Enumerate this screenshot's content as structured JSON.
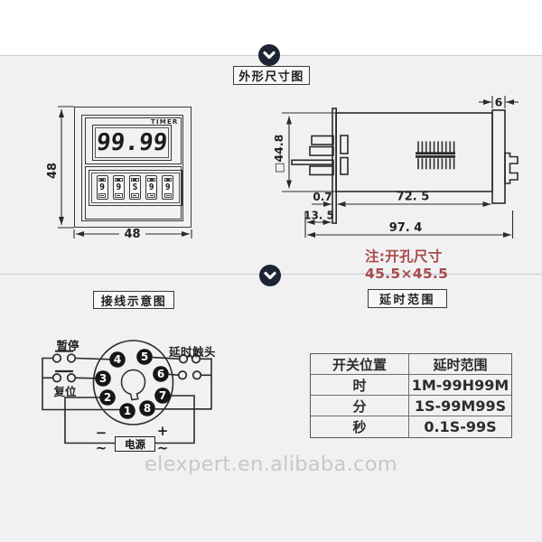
{
  "page": {
    "watermark": "elexpert.en.alibaba.com",
    "background": "#f1f1f3"
  },
  "sections": {
    "outline_title": "外形尺寸图",
    "wiring_title": "接线示意图",
    "range_title": "延时范围"
  },
  "front_view": {
    "brand": "TIMER",
    "display": "99.99",
    "wheels": [
      "9",
      "9",
      "S",
      "9",
      "9"
    ],
    "width_dim": "48",
    "height_dim": "48"
  },
  "side_view": {
    "height_dim": "□44.8",
    "bezel_dim": "6",
    "plate_dim": "0.7",
    "body_dim": "72. 5",
    "pin_dim": "13. 5",
    "total_dim": "97. 4",
    "note": "注:开孔尺寸45.5×45.5"
  },
  "wiring": {
    "pause": "暂停",
    "reset": "复位",
    "delay_contact": "延时触头",
    "power": "电源",
    "minus": "−",
    "plus": "+",
    "ac_left": "~",
    "ac_right": "~",
    "pins": [
      "1",
      "2",
      "3",
      "4",
      "5",
      "6",
      "7",
      "8"
    ]
  },
  "range_table": {
    "headers": [
      "开关位置",
      "延时范围"
    ],
    "rows": [
      {
        "position": "时",
        "range": "1M-99H99M"
      },
      {
        "position": "分",
        "range": "1S-99M99S"
      },
      {
        "position": "秒",
        "range": "0.1S-99S"
      }
    ]
  },
  "colors": {
    "accent_red": "#a84a4a",
    "line": "#2a2a2c",
    "chevron_bg": "#1d2433",
    "divider": "#c9cacc",
    "watermark": "#c6c8ca"
  }
}
